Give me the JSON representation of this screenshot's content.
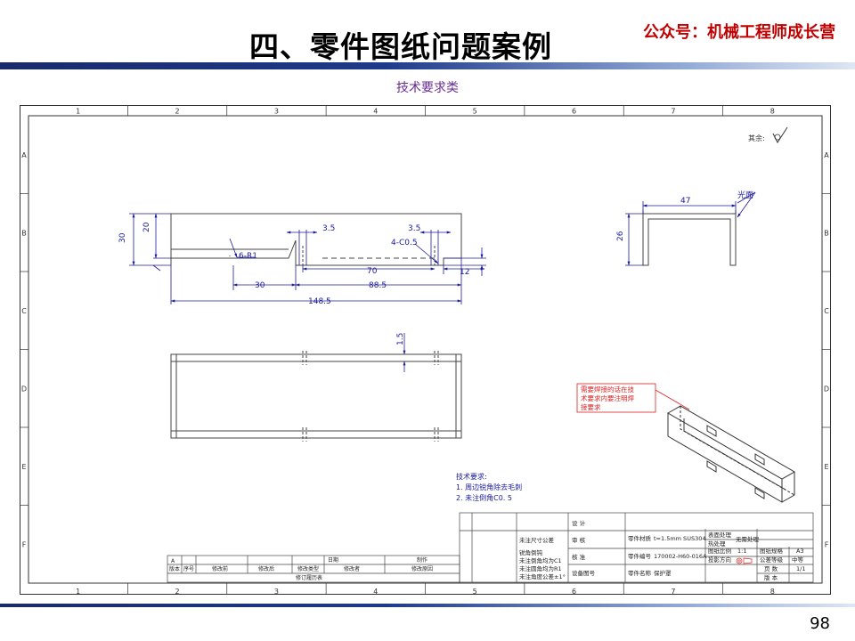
{
  "header": {
    "title": "四、零件图纸问题案例",
    "wechat": "公众号：机械工程师成长营"
  },
  "subtitle": "技术要求类",
  "page_number": "98",
  "grid": {
    "cols": [
      "1",
      "2",
      "3",
      "4",
      "5",
      "6",
      "7",
      "8"
    ],
    "rows": [
      "A",
      "B",
      "C",
      "D",
      "E",
      "F"
    ]
  },
  "drawing": {
    "surface_note": "其余:",
    "dims": {
      "d30": "30",
      "d20": "20",
      "d35a": "3.5",
      "d35b": "3.5",
      "chamfer": "4-C0.5",
      "r1": "6-R1",
      "d70": "70",
      "d12": "12",
      "d30b": "30",
      "d885": "88.5",
      "d1485": "148.5",
      "d15": "1.5",
      "d47": "47",
      "d26": "26",
      "gloss": "光面"
    },
    "callout": [
      "需要焊接的话在技",
      "术要求内要注明焊",
      "接要求"
    ],
    "tech_req": {
      "title": "技术要求:",
      "lines": [
        "1. 周边锐角除去毛刺",
        "2. 未注倒角C0. 5"
      ]
    },
    "title_block": {
      "material_label": "零件材质",
      "material": "t=1.5mm SUS304",
      "number_label": "零件编号",
      "number": "170002-H60-016A",
      "name_label": "零件名称",
      "name": "保护罩",
      "surface_label": "表面处理",
      "surface": "无需处理",
      "heat": "热处理",
      "scale_label": "图纸比例",
      "scale": "1:1",
      "size_label": "图纸规格",
      "size": "A3",
      "view_label": "投影方向",
      "grade_label": "公差等级",
      "grade": "中等",
      "page_label": "页 数",
      "page": "1/1",
      "ver_label": "版 本",
      "design": "设 计",
      "review": "审 核",
      "check": "核 准",
      "device": "设备图号",
      "unspec_tol": "未注尺寸公差",
      "tol_notes": [
        "锐角倒钝",
        "未注倒角均为C1",
        "未注圆角均为R1",
        "未注角度公差±1°"
      ]
    },
    "revision": {
      "cols": [
        "版本",
        "序号",
        "修改前",
        "修改后",
        "修改类型",
        "修改者",
        "修改原因"
      ],
      "row_a": "A",
      "dates": [
        "日期",
        "制作"
      ],
      "footer": "修订履历表"
    }
  }
}
